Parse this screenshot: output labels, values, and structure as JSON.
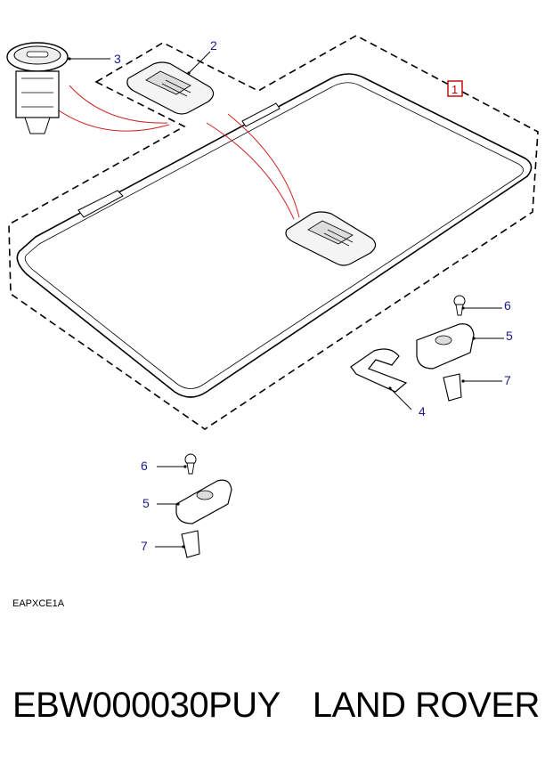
{
  "diagram": {
    "callouts": [
      {
        "id": "1",
        "label": "1"
      },
      {
        "id": "2",
        "label": "2"
      },
      {
        "id": "3",
        "label": "3"
      },
      {
        "id": "4",
        "label": "4"
      },
      {
        "id": "5a",
        "label": "5"
      },
      {
        "id": "5b",
        "label": "5"
      },
      {
        "id": "6a",
        "label": "6"
      },
      {
        "id": "6b",
        "label": "6"
      },
      {
        "id": "7a",
        "label": "7"
      },
      {
        "id": "7b",
        "label": "7"
      }
    ],
    "reference_code": "EAPXCE1A"
  },
  "caption": {
    "part_number": "EBW000030PUY",
    "brand": "LAND ROVER"
  },
  "colors": {
    "callout_text": "#1a1a8c",
    "boxed_callout": "#c00000",
    "leader_red": "#d22020",
    "line": "#000000"
  }
}
